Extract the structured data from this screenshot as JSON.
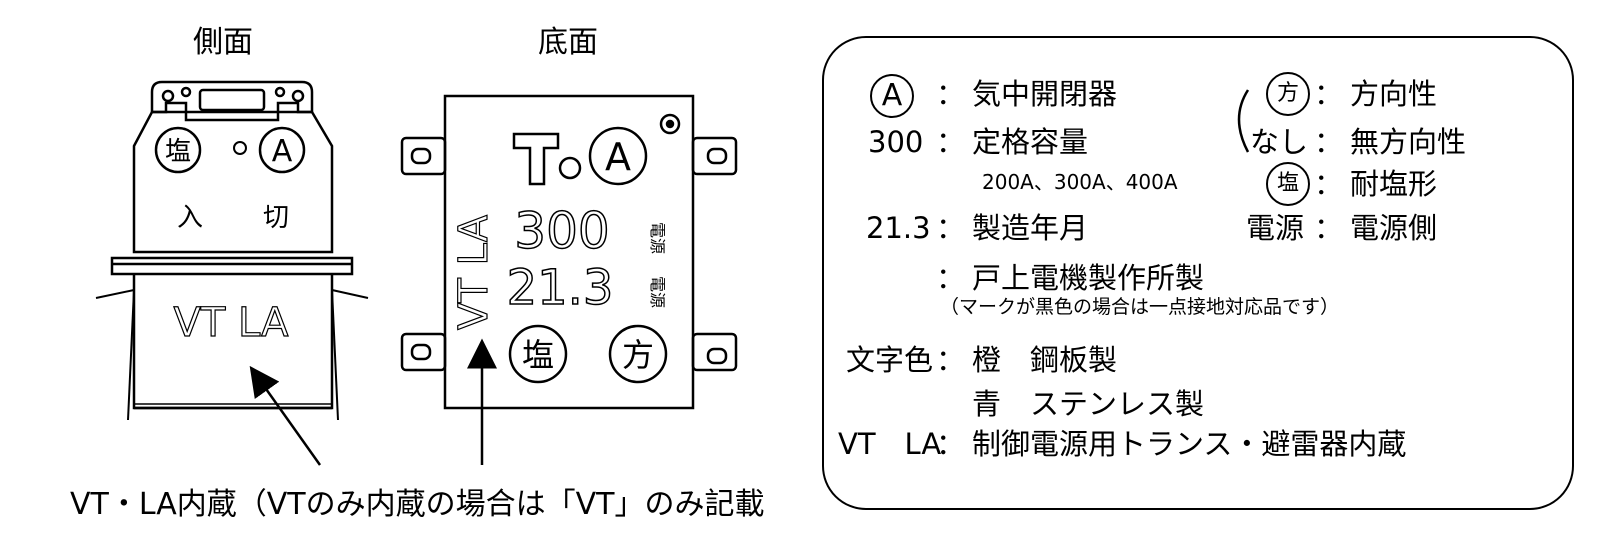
{
  "headers": {
    "side": "側面",
    "bottom": "底面"
  },
  "side_view": {
    "switch_labels": {
      "on": "入",
      "off": "切"
    },
    "marks": {
      "salt": "塩",
      "air": "A"
    },
    "vt_la": "VT LA"
  },
  "bottom_view": {
    "vt_la": "VT LA",
    "rating": "300",
    "date": "21.3",
    "marks": {
      "air": "A",
      "salt": "塩",
      "direction": "方"
    },
    "side_text_1": "電源",
    "side_text_2": "電源"
  },
  "caption": "VT・LA内蔵（VTのみ内蔵の場合は「VT」のみ記載",
  "legend": {
    "rows": [
      {
        "symbol": "A",
        "sep": "：",
        "text": "気中開閉器"
      },
      {
        "symbol": "300",
        "sep": "：",
        "text": "定格容量"
      },
      {
        "symbol": "21.3",
        "sep": "：",
        "text": "製造年月"
      },
      {
        "symbol": "",
        "sep": "：",
        "text": "戸上電機製作所製"
      },
      {
        "symbol": "文字色",
        "sep": "：",
        "text": "橙　鋼板製"
      },
      {
        "symbol": "VT　LA",
        "sep": "：",
        "text": "制御電源用トランス・避雷器内蔵"
      }
    ],
    "rating_sub": "200A、300A、400A",
    "maker_note": "（マークが黒色の場合は一点接地対応品です）",
    "color_second": "青　ステンレス製",
    "right": [
      {
        "symbol": "方",
        "sep": "：",
        "text": "方向性"
      },
      {
        "symbol": "なし",
        "sep": "：",
        "text": "無方向性"
      },
      {
        "symbol": "塩",
        "sep": "：",
        "text": "耐塩形"
      },
      {
        "symbol": "電源",
        "sep": "：",
        "text": "電源側"
      }
    ]
  }
}
